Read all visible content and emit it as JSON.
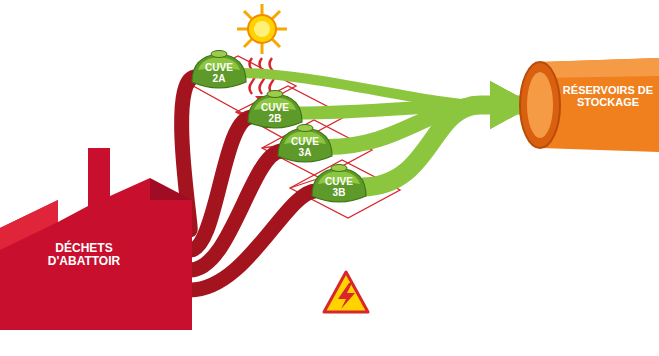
{
  "diagram": {
    "nodes": [
      {
        "text": [
          "DÉCHETS D'ABATTOIR"
        ]
      },
      {
        "text": [
          "CUVE 2A"
        ]
      },
      {
        "text": [
          "CUVE 2B"
        ]
      },
      {
        "text": [
          "CUVE 3A"
        ]
      },
      {
        "text": [
          "CUVE 3B"
        ]
      },
      {
        "text": [
          "RÉSERVOIRS DE STOCKAGE"
        ]
      }
    ],
    "edges": [
      {
        "from": 0,
        "to": 1,
        "arrow": "none"
      },
      {
        "from": 0,
        "to": 2,
        "arrow": "none"
      },
      {
        "from": 0,
        "to": 3,
        "arrow": "none"
      },
      {
        "from": 0,
        "to": 4,
        "arrow": "none"
      },
      {
        "from": 1,
        "to": 5,
        "arrow": "to"
      },
      {
        "from": 2,
        "to": 5,
        "arrow": "to"
      },
      {
        "from": 3,
        "to": 5,
        "arrow": "to"
      },
      {
        "from": 4,
        "to": 5,
        "arrow": "to"
      }
    ]
  }
}
